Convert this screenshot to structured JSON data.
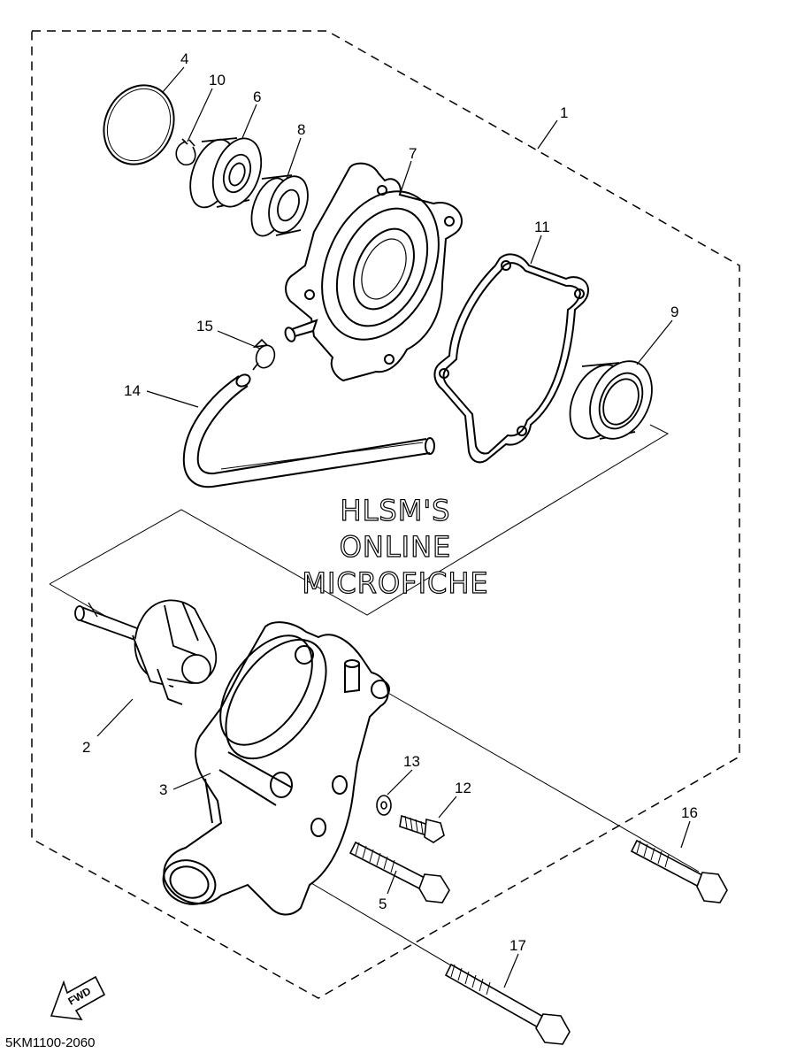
{
  "diagram_code": "5KM1100-2060",
  "watermark": [
    "HLSM'S",
    "ONLINE",
    "MICROFICHE"
  ],
  "fwd_label": "FWD",
  "callouts": [
    "1",
    "2",
    "3",
    "4",
    "5",
    "6",
    "7",
    "8",
    "9",
    "10",
    "11",
    "12",
    "13",
    "14",
    "15",
    "16",
    "17"
  ],
  "parts": [
    "o-ring",
    "circlip",
    "bearing",
    "bearing",
    "housing cover",
    "gasket",
    "seal",
    "hose clamp",
    "hose",
    "impeller shaft",
    "pump housing",
    "washer",
    "bolt",
    "bolt",
    "bolt",
    "bolt"
  ]
}
